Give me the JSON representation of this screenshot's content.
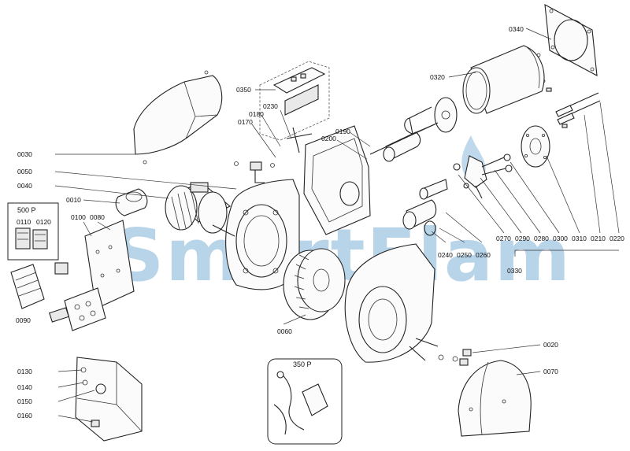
{
  "watermark": {
    "text": "SmartFlam",
    "color": "#7fb2d8"
  },
  "group_boxes": [
    {
      "id": "box-500p",
      "label": "500 P"
    },
    {
      "id": "box-350p",
      "label": "350 P"
    }
  ],
  "labels": {
    "l0340": "0340",
    "l0320": "0320",
    "l0350": "0350",
    "l0230": "0230",
    "l0180": "0180",
    "l0170": "0170",
    "l0190": "0190",
    "l0200": "0200",
    "l0030": "0030",
    "l0050": "0050",
    "l0040": "0040",
    "l0010": "0010",
    "l0100": "0100",
    "l0080": "0080",
    "l0110": "0110",
    "l0120": "0120",
    "l0090": "0090",
    "l0060": "0060",
    "l0270": "0270",
    "l0290": "0290",
    "l0280": "0280",
    "l0300": "0300",
    "l0310": "0310",
    "l0210": "0210",
    "l0220": "0220",
    "l0240": "0240",
    "l0250": "0250",
    "l0260": "0260",
    "l0330": "0330",
    "l0020": "0020",
    "l0070": "0070",
    "l0130": "0130",
    "l0140": "0140",
    "l0150": "0150",
    "l0160": "0160"
  }
}
